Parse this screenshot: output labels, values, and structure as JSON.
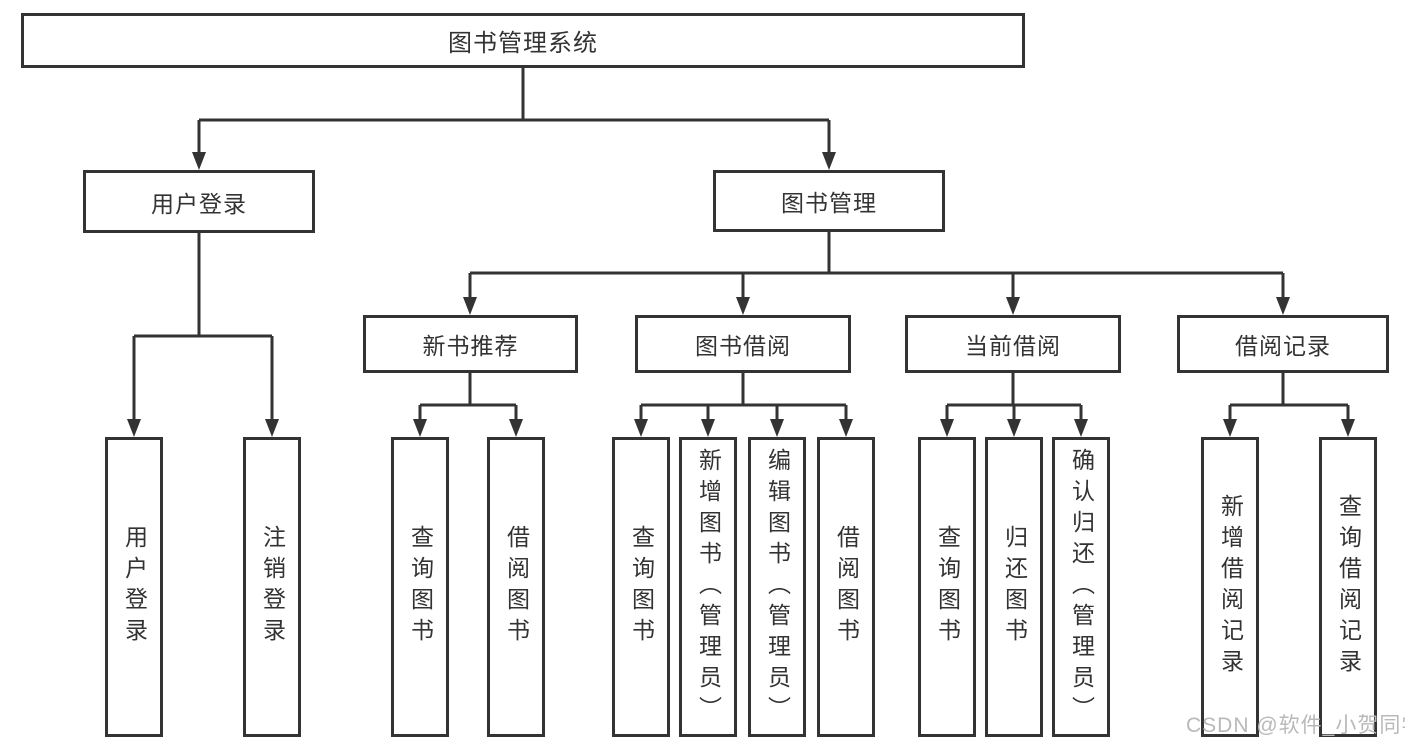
{
  "diagram": {
    "type": "hierarchy",
    "colors": {
      "line": "#333333",
      "box_border": "#333333",
      "box_fill": "#ffffff",
      "text": "#333333",
      "watermark": "#b9b9b9",
      "background": "#ffffff"
    },
    "tree": {
      "label": "图书管理系统",
      "children": [
        {
          "label": "用户登录",
          "children": [
            {
              "label": "用户登录"
            },
            {
              "label": "注销登录"
            }
          ]
        },
        {
          "label": "图书管理",
          "children": [
            {
              "label": "新书推荐",
              "children": [
                {
                  "label": "查询图书"
                },
                {
                  "label": "借阅图书"
                }
              ]
            },
            {
              "label": "图书借阅",
              "children": [
                {
                  "label": "查询图书"
                },
                {
                  "label": "新增图书（管理员）"
                },
                {
                  "label": "编辑图书（管理员）"
                },
                {
                  "label": "借阅图书"
                }
              ]
            },
            {
              "label": "当前借阅",
              "children": [
                {
                  "label": "查询图书"
                },
                {
                  "label": "归还图书"
                },
                {
                  "label": "确认归还（管理员）"
                }
              ]
            },
            {
              "label": "借阅记录",
              "children": [
                {
                  "label": "新增借阅记录"
                },
                {
                  "label": "查询借阅记录"
                }
              ]
            }
          ]
        }
      ]
    },
    "watermark": {
      "text": "CSDN @软件_小贺同学"
    }
  }
}
